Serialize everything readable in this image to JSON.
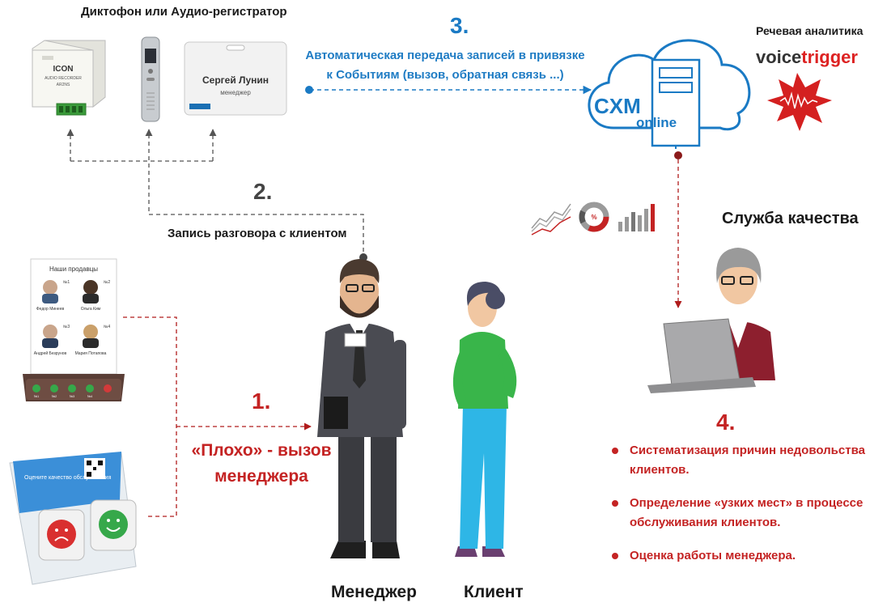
{
  "labels": {
    "devices_title": "Диктофон или Аудио-регистратор",
    "recording": "Запись разговора с клиентом",
    "speech_analytics": "Речевая аналитика",
    "quality_service": "Служба качества",
    "manager": "Менеджер",
    "client": "Клиент"
  },
  "steps": {
    "s1": "1.",
    "s2": "2.",
    "s3": "3.",
    "s4": "4."
  },
  "auto_transfer": {
    "line1": "Автоматическая передача записей в привязке",
    "line2": "к Событиям (вызов, обратная связь ...)"
  },
  "bad_call": {
    "line1": "«Плохо» - вызов",
    "line2": "менеджера"
  },
  "benefits": [
    "Систематизация причин недовольства клиентов.",
    "Определение «узких мест» в процессе обслуживания клиентов.",
    "Оценка работы менеджера."
  ],
  "devices": {
    "icon_title": "ICON",
    "icon_sub": "AUDIO RECORDER",
    "icon_model": "AR2NS",
    "badge_name": "Сергей Лунин",
    "badge_role": "менеджер"
  },
  "cloud": {
    "line1": "CXM",
    "line2": "online"
  },
  "voicetrigger": {
    "part1": "voice",
    "part2": "trigger"
  },
  "sellers_card": {
    "title": "Наши продавцы",
    "people": [
      {
        "name": "Федор Минеев",
        "num": "№1"
      },
      {
        "name": "Ольга Ким",
        "num": "№2"
      },
      {
        "name": "Андрей Безрунов",
        "num": "№3"
      },
      {
        "name": "Мария Потапова",
        "num": "№4"
      }
    ],
    "buttons": [
      "№1",
      "№2",
      "№3",
      "№4"
    ]
  },
  "feedback_stand": {
    "text": "Оцените качество обслуживания"
  },
  "colors": {
    "blue": "#1a7ac4",
    "red": "#c42323",
    "dark": "#444444"
  }
}
